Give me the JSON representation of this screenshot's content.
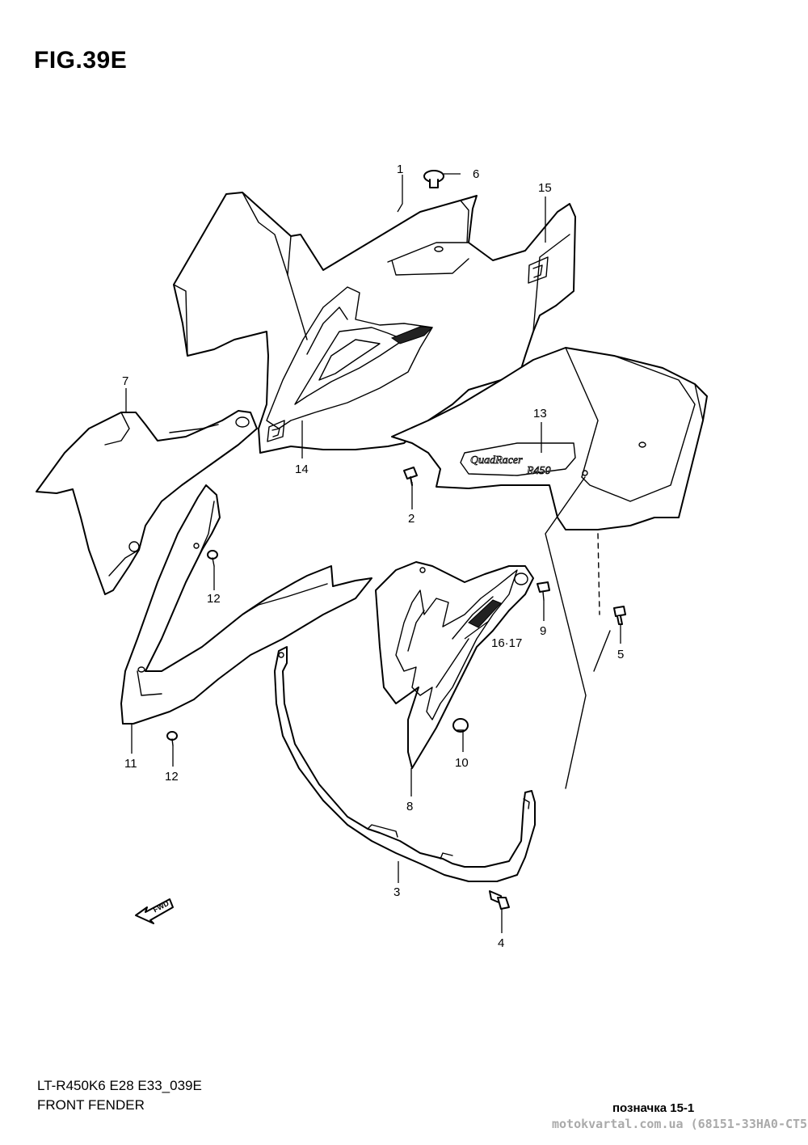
{
  "figure": {
    "title": "FIG.39E"
  },
  "callouts": {
    "p1": "1",
    "p2": "2",
    "p3": "3",
    "p4": "4",
    "p5": "5",
    "p6": "6",
    "p7": "7",
    "p8": "8",
    "p9": "9",
    "p10": "10",
    "p11": "11",
    "p12a": "12",
    "p12b": "12",
    "p13": "13",
    "p14": "14",
    "p15": "15",
    "p16_17": "16·17"
  },
  "decals": {
    "quadracer_line1": "QuadRacer",
    "quadracer_line2": "R450"
  },
  "fwd_arrow": {
    "label": "FWD"
  },
  "footer": {
    "model_code": "LT-R450K6 E28 E33_039E",
    "figure_name": "FRONT FENDER",
    "page_ref": "позначка 15-1",
    "site_ref": "motokvartal.com.ua (68151-33HA0-CT5"
  }
}
